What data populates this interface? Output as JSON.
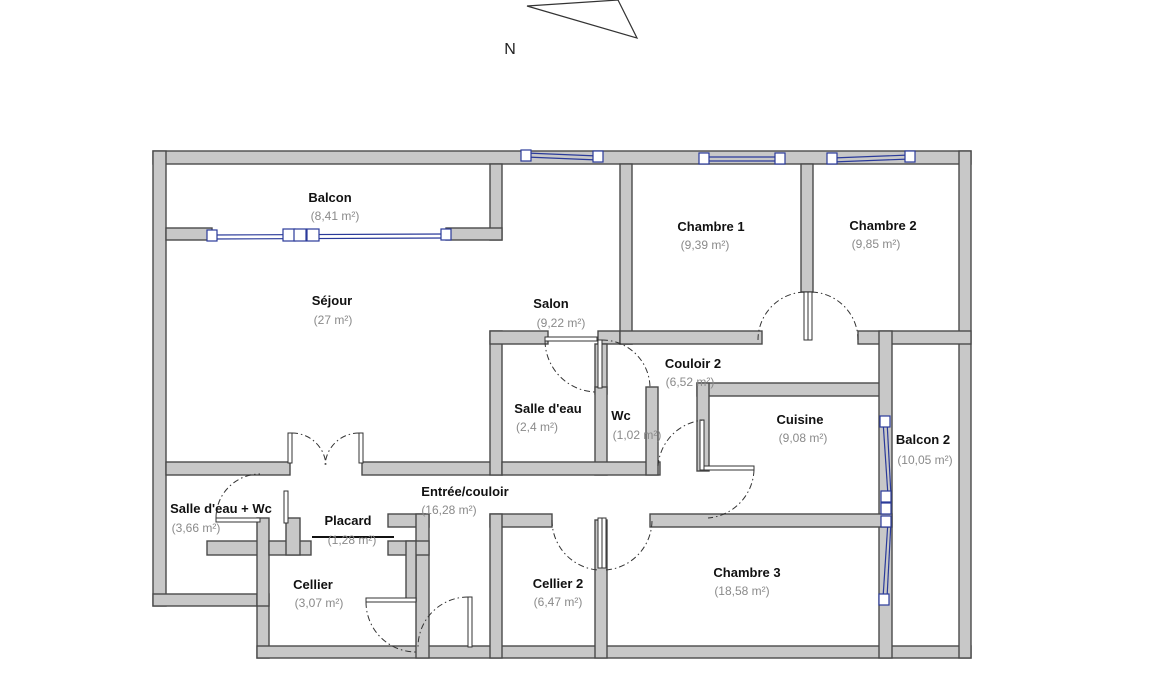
{
  "compass": {
    "label": "N",
    "icon": "north-arrow-icon"
  },
  "rooms": [
    {
      "id": "balcon",
      "name": "Balcon",
      "area": "(8,41 m²)"
    },
    {
      "id": "sejour",
      "name": "Séjour",
      "area": "(27 m²)"
    },
    {
      "id": "salon",
      "name": "Salon",
      "area": "(9,22 m²)"
    },
    {
      "id": "chambre1",
      "name": "Chambre 1",
      "area": "(9,39 m²)"
    },
    {
      "id": "chambre2",
      "name": "Chambre 2",
      "area": "(9,85 m²)"
    },
    {
      "id": "couloir2",
      "name": "Couloir 2",
      "area": "(6,52 m²)"
    },
    {
      "id": "salle-eau",
      "name": "Salle d'eau",
      "area": "(2,4 m²)"
    },
    {
      "id": "wc",
      "name": "Wc",
      "area": "(1,02 m²)"
    },
    {
      "id": "cuisine",
      "name": "Cuisine",
      "area": "(9,08 m²)"
    },
    {
      "id": "balcon2",
      "name": "Balcon 2",
      "area": "(10,05 m²)"
    },
    {
      "id": "entree",
      "name": "Entrée/couloir",
      "area": "(16,28 m²)"
    },
    {
      "id": "salle-eau-wc",
      "name": "Salle d'eau + Wc",
      "area": "(3,66 m²)"
    },
    {
      "id": "placard",
      "name": "Placard",
      "area": "(1,28 m²)"
    },
    {
      "id": "cellier",
      "name": "Cellier",
      "area": "(3,07 m²)"
    },
    {
      "id": "cellier2",
      "name": "Cellier 2",
      "area": "(6,47 m²)"
    },
    {
      "id": "chambre3",
      "name": "Chambre 3",
      "area": "(18,58 m²)"
    }
  ],
  "colors": {
    "wall_fill": "#c8c8c8",
    "wall_stroke": "#4a4a4a",
    "window": "#2a3a9a",
    "area_text": "#8a8a8a"
  }
}
